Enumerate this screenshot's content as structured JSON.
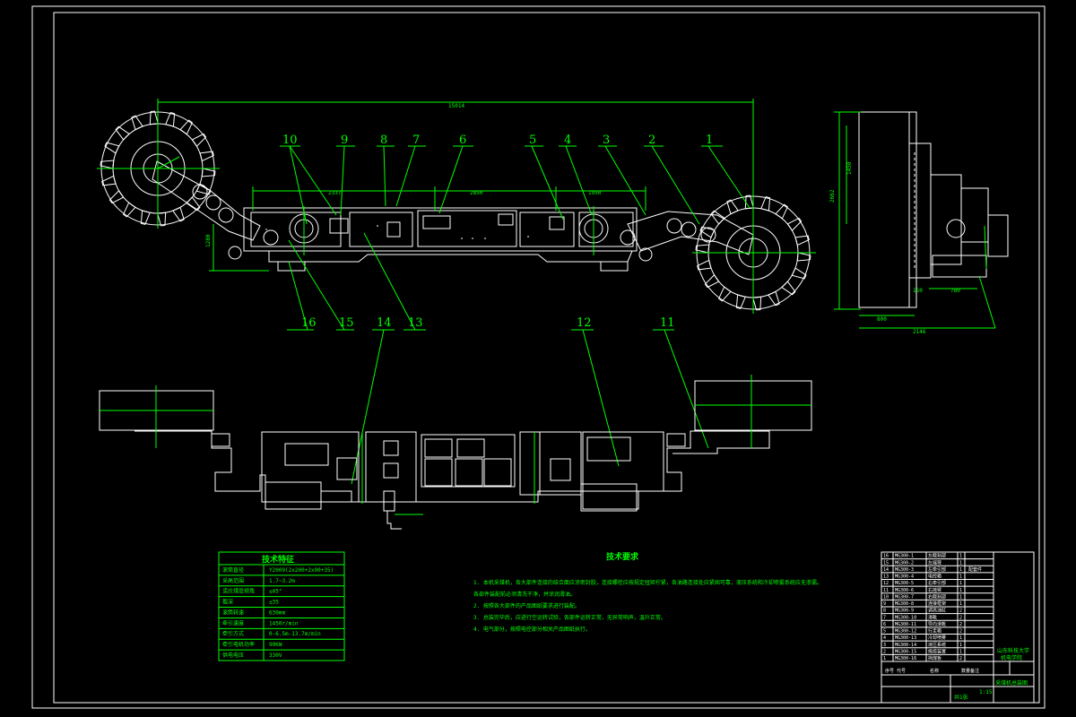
{
  "part_labels": [
    "1",
    "2",
    "3",
    "4",
    "5",
    "6",
    "7",
    "8",
    "9",
    "10",
    "11",
    "12",
    "13",
    "14",
    "15",
    "16"
  ],
  "dimensions": {
    "overall_length": "15014",
    "span_left": "2337",
    "span_mid": "2850",
    "span_right": "1950",
    "height_left": "1280",
    "side_height": "2662",
    "side_height2": "1450",
    "side_bottom_left": "800",
    "side_bottom_right": "780",
    "side_total": "2146",
    "side_small": "150"
  },
  "spec_table": {
    "title": "技术特征",
    "rows": [
      {
        "name": "滚筒直径",
        "value": "Y2009(2x200+2x90+35)"
      },
      {
        "name": "采高范围",
        "value": "1.7~3.2m"
      },
      {
        "name": "适应煤层倾角",
        "value": "≤45°"
      },
      {
        "name": "截深",
        "value": "≤35"
      },
      {
        "name": "滚筒转速",
        "value": "630mm"
      },
      {
        "name": "牵引速度",
        "value": "1450r/min"
      },
      {
        "name": "牵引方式",
        "value": "0-6.5m-13.7m/min"
      },
      {
        "name": "牵引电机功率",
        "value": "90KW"
      },
      {
        "name": "供电电压",
        "value": "330V"
      }
    ]
  },
  "tech_requirements": {
    "title": "技术要求",
    "items": [
      "1. 本机采煤机，各大部件连接的结合面应涂密封胶，连接螺栓应按规定扭矩拧紧，各油路连接处应紧固可靠，液压系统和冷却喷雾系统应无渗漏。",
      "   各部件装配前必须清洗干净，并涂润滑油。",
      "2. 按照各大部件的产品图纸要求进行装配。",
      "3. 总装完毕后，应进行空运转试验，各部件运转正常，无异常响声，温升正常。",
      "4. 电气部分，按照电控部分相关产品图纸执行。"
    ]
  },
  "bom": {
    "rows": [
      [
        "16",
        "MG300-1",
        "左截割部",
        "1",
        ""
      ],
      [
        "15",
        "MG300-2",
        "左摇臂",
        "1",
        ""
      ],
      [
        "14",
        "MG300-3",
        "左牵引部",
        "1",
        "配套件"
      ],
      [
        "13",
        "MG300-4",
        "电控箱",
        "1",
        ""
      ],
      [
        "12",
        "MG300-5",
        "右牵引部",
        "1",
        ""
      ],
      [
        "11",
        "MG300-6",
        "右摇臂",
        "1",
        ""
      ],
      [
        "10",
        "MG300-7",
        "右截割部",
        "1",
        ""
      ],
      [
        "9",
        "MG300-8",
        "连接框架",
        "1",
        ""
      ],
      [
        "8",
        "MG300-9",
        "调高油缸",
        "2",
        ""
      ],
      [
        "7",
        "MG300-10",
        "滑靴",
        "2",
        ""
      ],
      [
        "6",
        "MG300-11",
        "导向滑靴",
        "2",
        ""
      ],
      [
        "5",
        "MG300-12",
        "行走箱",
        "2",
        ""
      ],
      [
        "4",
        "MG300-13",
        "冷却喷雾",
        "1",
        ""
      ],
      [
        "3",
        "MG300-14",
        "液压系统",
        "1",
        ""
      ],
      [
        "2",
        "MG300-15",
        "拖缆装置",
        "1",
        ""
      ],
      [
        "1",
        "MG300-16",
        "挡煤板",
        "2",
        ""
      ]
    ],
    "header": [
      "序号",
      "代号",
      "名称",
      "数量",
      "备注"
    ]
  },
  "title_block": {
    "drawing_name": "采煤机总装图",
    "school": "山东科技大学",
    "sub": "机电学院",
    "scale": "1:15",
    "sheet": "共1张"
  },
  "colors": {
    "line": "#ffffff",
    "annotation": "#00ff00",
    "background": "#000000"
  }
}
